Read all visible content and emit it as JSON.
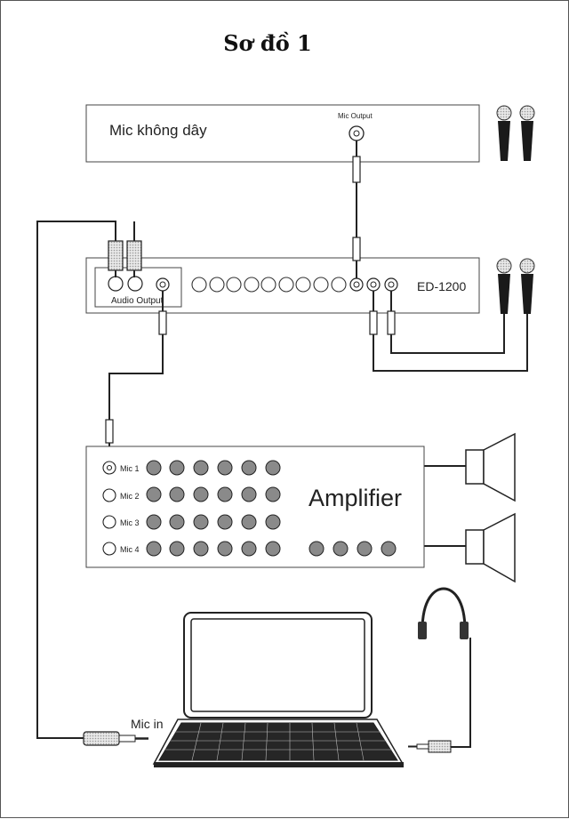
{
  "title": "Sơ đồ 1",
  "wireless_mic": {
    "label": "Mic không dây",
    "output_label": "Mic Output"
  },
  "mixer": {
    "label": "ED-1200",
    "audio_output_label": "Audio Output"
  },
  "amplifier": {
    "label": "Amplifier",
    "inputs": [
      "Mic 1",
      "Mic 2",
      "Mic 3",
      "Mic 4"
    ]
  },
  "laptop": {
    "mic_in_label": "Mic in"
  },
  "icons": [
    "microphone-icon",
    "speaker-icon",
    "headphones-icon",
    "laptop-icon",
    "jack-plug-icon",
    "rca-plug-icon"
  ]
}
